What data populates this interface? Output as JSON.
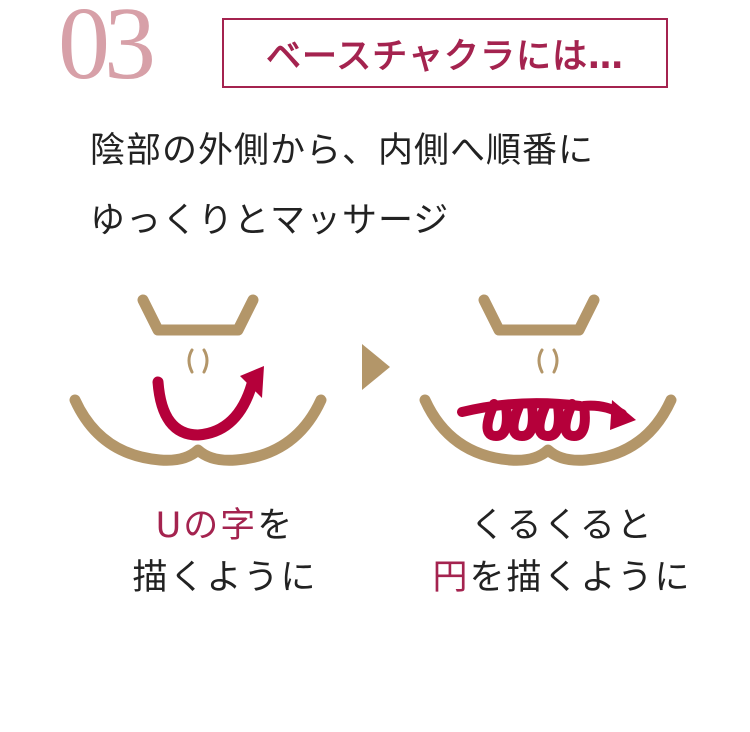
{
  "step": {
    "number": "03"
  },
  "heading": "ベースチャクラには…",
  "description": {
    "line1": "陰部の外側から、内側へ順番に",
    "line2": "ゆっくりとマッサージ"
  },
  "left_caption": {
    "line1_accent": "Uの字",
    "line1_rest": "を",
    "line2": "描くように"
  },
  "right_caption": {
    "line1": "くるくると",
    "line2_accent": "円",
    "line2_rest": "を描くように"
  },
  "colors": {
    "accent": "#a4234f",
    "number": "#d7a0a8",
    "body_line": "#b39669",
    "arrow": "#b5003a"
  },
  "icons": [
    "u-shape-arrow-icon",
    "next-step-arrow-icon",
    "spiral-arrow-icon"
  ]
}
